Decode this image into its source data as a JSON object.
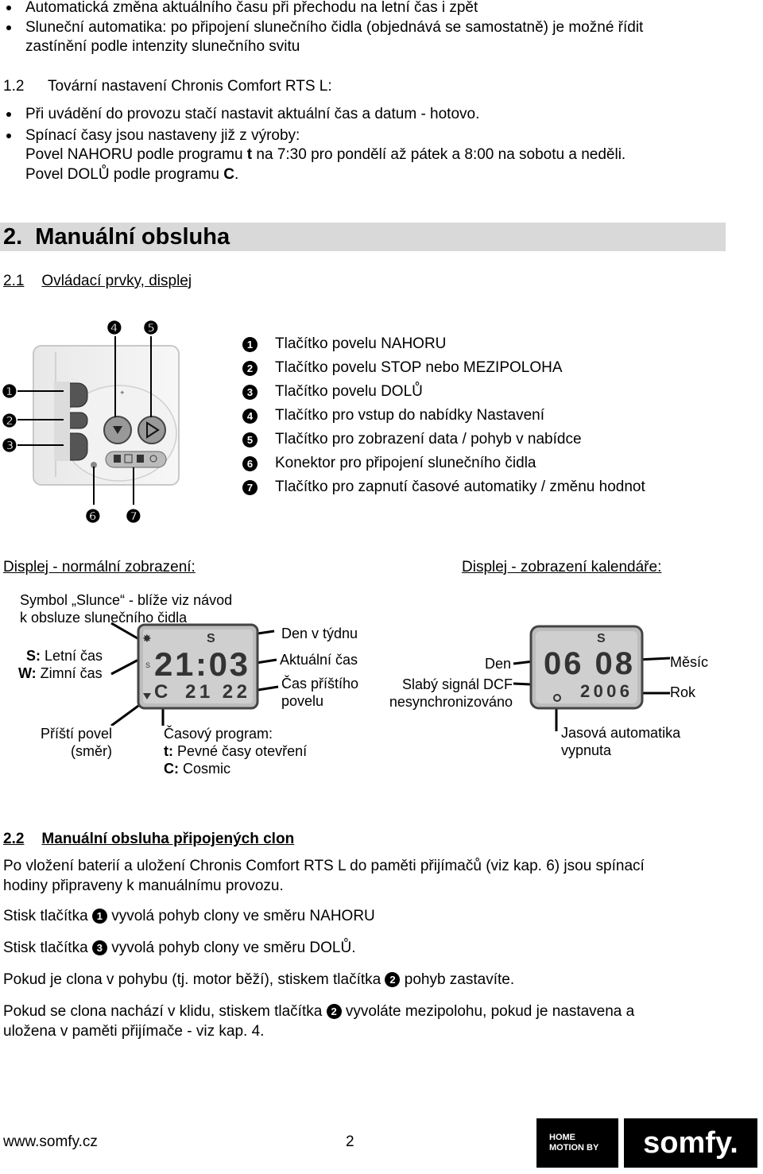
{
  "top_bullets": [
    "Automatická změna aktuálního času při přechodu na letní čas i zpět",
    "Sluneční automatika: po připojení slunečního čidla (objednává se samostatně) je možné řídit",
    "zastínění podle intenzity slunečního svitu"
  ],
  "section_1_2": {
    "number": "1.2",
    "title": "Tovární nastavení Chronis Comfort RTS L:",
    "bullet1": "Při uvádění do provozu stačí nastavit aktuální čas a datum - hotovo.",
    "bullet2_line1": "Spínací časy jsou nastaveny již z výroby:",
    "bullet2_line2_a": "Povel NAHORU podle programu ",
    "bullet2_line2_b": "t",
    "bullet2_line2_c": " na 7:30 pro pondělí až pátek a 8:00 na sobotu a neděli.",
    "bullet2_line3_a": "Povel DOLŮ podle programu ",
    "bullet2_line3_b": "C",
    "bullet2_line3_c": "."
  },
  "section_2": {
    "number": "2.",
    "title": "Manuální obsluha"
  },
  "section_2_1": {
    "number": "2.1",
    "title": "Ovládací prvky, displej"
  },
  "device_markers": [
    "❶",
    "❷",
    "❸",
    "❹",
    "❺",
    "❻",
    "❼"
  ],
  "legend": [
    {
      "num": "1",
      "text": "Tlačítko povelu NAHORU"
    },
    {
      "num": "2",
      "text": "Tlačítko povelu STOP nebo MEZIPOLOHA"
    },
    {
      "num": "3",
      "text": "Tlačítko povelu DOLŮ"
    },
    {
      "num": "4",
      "text": "Tlačítko pro vstup do nabídky Nastavení"
    },
    {
      "num": "5",
      "text": "Tlačítko pro zobrazení data / pohyb v nabídce"
    },
    {
      "num": "6",
      "text": "Konektor pro připojení slunečního čidla"
    },
    {
      "num": "7",
      "text": "Tlačítko pro zapnutí časové automatiky / změnu hodnot"
    }
  ],
  "display_normal": {
    "heading": "Displej - normální zobrazení:",
    "sun_symbol_l1": "Symbol „Slunce“ - blíže viz návod",
    "sun_symbol_l2": "k obsluze slunečního čidla",
    "s_label": "S:",
    "s_text": " Letní čas",
    "w_label": "W:",
    "w_text": " Zimní čas",
    "day_of_week": "Den v týdnu",
    "current_time": "Aktuální čas",
    "next_time_l1": "Čas příštího",
    "next_time_l2": "povelu",
    "next_cmd_l1": "Příští povel",
    "next_cmd_l2": "(směr)",
    "program_l1": "Časový program:",
    "program_t_label": "t:",
    "program_t_text": " Pevné časy otevření",
    "program_c_label": "C:",
    "program_c_text": " Cosmic",
    "lcd_main": "21:03",
    "lcd_small": "21 22",
    "lcd_small_prefix": "C",
    "lcd_s": "S"
  },
  "display_calendar": {
    "heading": "Displej - zobrazení kalendáře:",
    "day": "Den",
    "month": "Měsíc",
    "weak_dcf_l1": "Slabý signál DCF",
    "weak_dcf_l2": "nesynchronizováno",
    "year": "Rok",
    "auto_off_l1": "Jasová automatika",
    "auto_off_l2": "vypnuta",
    "lcd_main": "06 08",
    "lcd_small": "2006",
    "lcd_s": "S"
  },
  "section_2_2": {
    "number": "2.2",
    "title": "Manuální obsluha připojených clon",
    "p1_l1": "Po vložení baterií a uložení Chronis Comfort RTS L do paměti přijímačů (viz kap. 6) jsou spínací",
    "p1_l2": "hodiny připraveny k manuálnímu provozu.",
    "p2_a": "Stisk tlačítka ",
    "p2_num": "1",
    "p2_b": " vyvolá pohyb clony ve směru NAHORU",
    "p3_a": "Stisk tlačítka ",
    "p3_num": "3",
    "p3_b": " vyvolá pohyb clony ve směru DOLŮ.",
    "p4_a": "Pokud je clona v pohybu (tj. motor běží), stiskem tlačítka ",
    "p4_num": "2",
    "p4_b": " pohyb zastavíte.",
    "p5_a": "Pokud se clona nachází v klidu, stiskem tlačítka ",
    "p5_num": "2",
    "p5_b": " vyvoláte mezipolohu, pokud je nastavena a",
    "p5_l2": "uložena v paměti přijímače - viz kap. 4."
  },
  "footer": {
    "url": "www.somfy.cz",
    "page": "2",
    "logo_line1": "HOME",
    "logo_line2": "MOTION BY",
    "logo_brand": "somfy."
  }
}
